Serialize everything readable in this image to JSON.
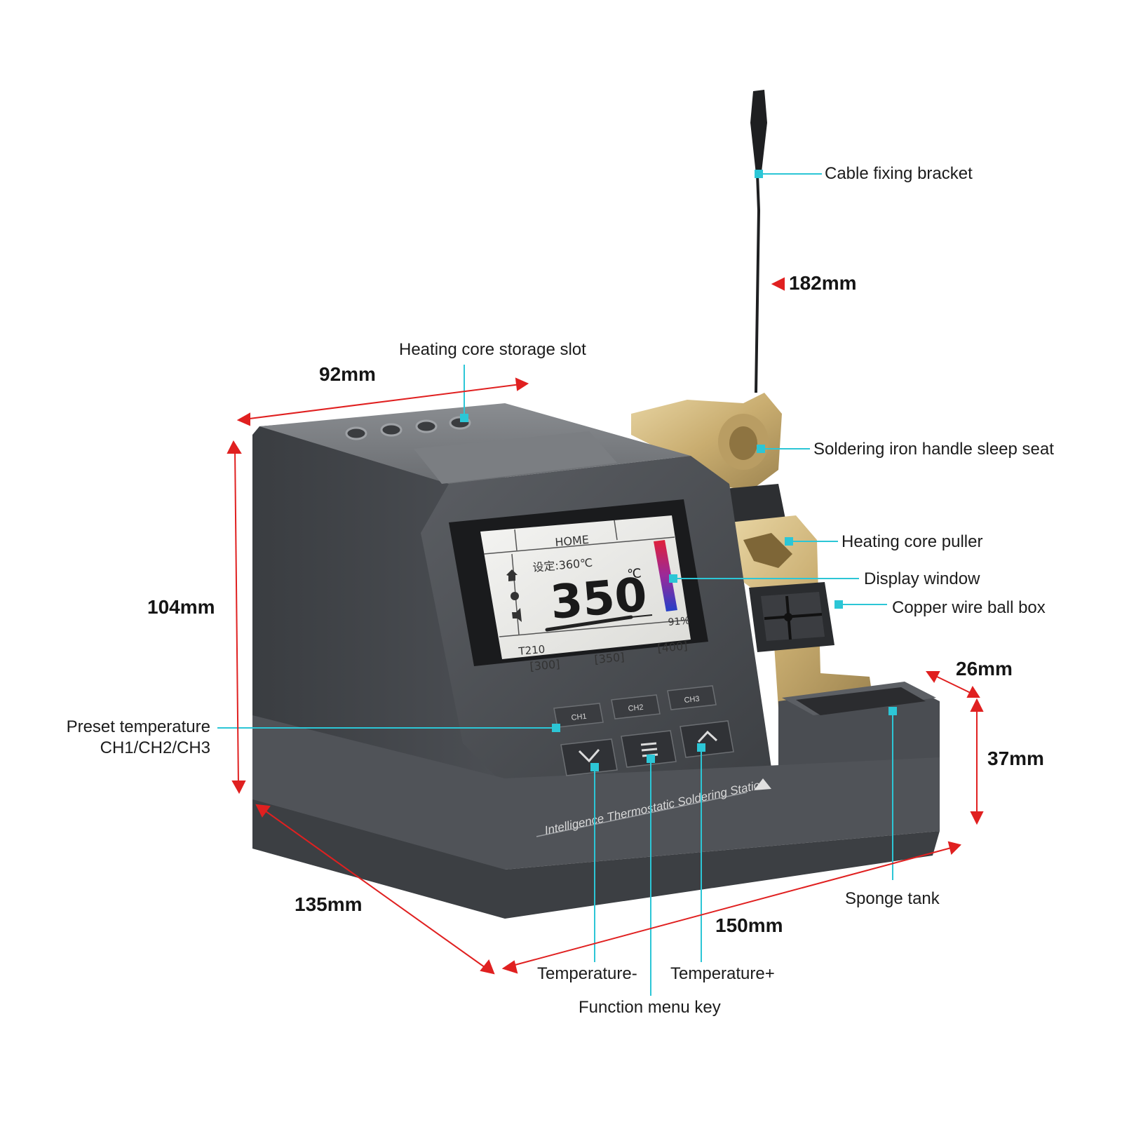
{
  "callouts": {
    "cable_fixing_bracket": "Cable fixing bracket",
    "heating_core_storage_slot": "Heating core storage slot",
    "soldering_iron_handle_sleep_seat": "Soldering iron handle sleep seat",
    "heating_core_puller": "Heating core puller",
    "display_window": "Display window",
    "copper_wire_ball_box": "Copper wire ball box",
    "preset_temperature_line1": "Preset temperature",
    "preset_temperature_line2": "CH1/CH2/CH3",
    "sponge_tank": "Sponge tank",
    "temperature_minus": "Temperature-",
    "temperature_plus": "Temperature+",
    "function_menu_key": "Function menu key"
  },
  "dimensions": {
    "cable_height": "182mm",
    "top_depth": "92mm",
    "height": "104mm",
    "side_depth": "135mm",
    "width": "150mm",
    "sponge_width": "26mm",
    "sponge_height": "37mm"
  },
  "device": {
    "brand_text": "Intelligence Thermostatic Soldering Station",
    "buttons": {
      "ch1": "CH1",
      "ch2": "CH2",
      "ch3": "CH3"
    }
  },
  "screen": {
    "title": "HOME",
    "setpoint": "设定:360℃",
    "temperature": "350",
    "unit": "℃",
    "power": "91%",
    "tip_model": "T210",
    "preset1": "[300]",
    "preset2": "[350]",
    "preset3": "[400]"
  },
  "colors": {
    "leader_line": "#2cc6d6",
    "dimension_arrow": "#e02020",
    "housing": "#4a4d52",
    "brass": "#cdb37c"
  },
  "icons": [
    "home-icon",
    "gear-icon",
    "speaker-icon",
    "chevron-down-icon",
    "menu-icon",
    "chevron-up-icon"
  ]
}
